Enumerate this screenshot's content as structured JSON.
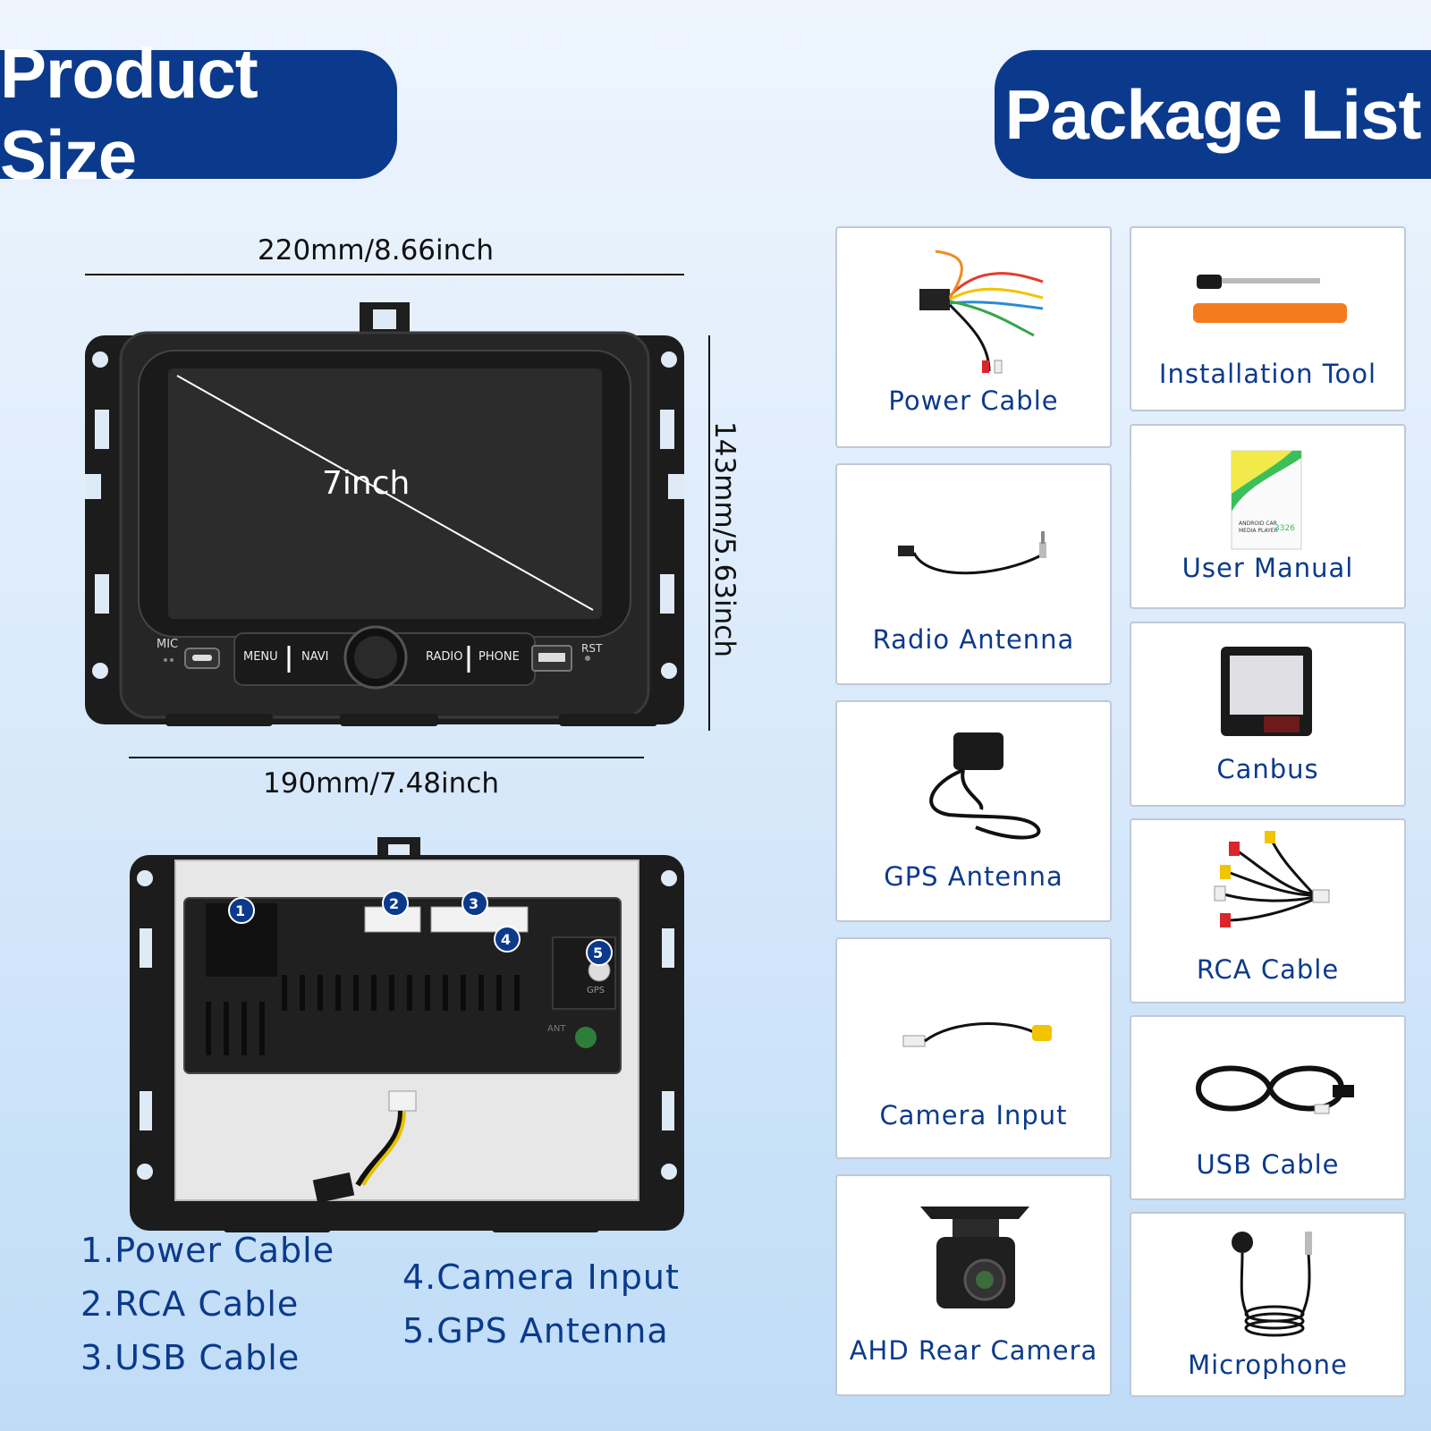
{
  "left_section": {
    "title": "Product Size",
    "width_top": "220mm/8.66inch",
    "width_bottom": "190mm/7.48inch",
    "height": "143mm/5.63inch",
    "screen_size": "7inch",
    "front_panel": {
      "mic": "MIC",
      "rst": "RST",
      "buttons": [
        "MENU",
        "NAVI",
        "RADIO",
        "PHONE"
      ]
    },
    "rear_port_labels": [
      "1",
      "2",
      "3",
      "4",
      "5"
    ],
    "rear_small_labels": {
      "gps": "GPS",
      "ant": "ANT"
    },
    "legend": [
      "1.Power Cable",
      "2.RCA Cable",
      "3.USB Cable",
      "4.Camera Input",
      "5.GPS Antenna"
    ]
  },
  "right_section": {
    "title": "Package List",
    "items": [
      {
        "label": "Power Cable",
        "icon": "power-cable-icon"
      },
      {
        "label": "Installation Tool",
        "icon": "installation-tool-icon"
      },
      {
        "label": "User Manual",
        "icon": "user-manual-icon"
      },
      {
        "label": "Radio Antenna",
        "icon": "radio-antenna-icon"
      },
      {
        "label": "Canbus",
        "icon": "canbus-icon"
      },
      {
        "label": "GPS Antenna",
        "icon": "gps-antenna-icon"
      },
      {
        "label": "RCA Cable",
        "icon": "rca-cable-icon"
      },
      {
        "label": "Camera Input",
        "icon": "camera-input-icon"
      },
      {
        "label": "USB Cable",
        "icon": "usb-cable-icon"
      },
      {
        "label": "AHD Rear Camera",
        "icon": "ahd-rear-camera-icon"
      },
      {
        "label": "Microphone",
        "icon": "microphone-icon"
      }
    ],
    "manual_text": [
      "ANDROID CAR",
      "MEDIA PLAYER",
      "3326"
    ]
  },
  "colors": {
    "brand_blue": "#0b3a8c",
    "rca_red": "#d8262b",
    "rca_white": "#eeeeee",
    "rca_yellow": "#f2c300",
    "tool_orange": "#f47b20"
  }
}
